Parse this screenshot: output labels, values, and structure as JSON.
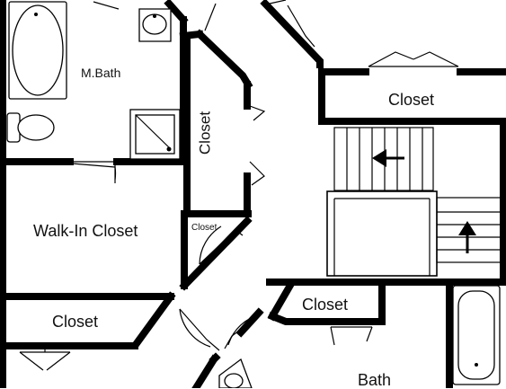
{
  "rooms": {
    "mbath": "M.Bath",
    "closet_vertical": "Closet",
    "closet_top_right": "Closet",
    "walk_in_closet": "Walk-In Closet",
    "closet_small": "Closet",
    "closet_left_bottom": "Closet",
    "closet_center_bottom": "Closet",
    "bath": "Bath"
  },
  "icons": [
    "bathtub-icon",
    "sink-icon",
    "toilet-icon",
    "shower-icon",
    "stair-arrow-left-icon",
    "stair-arrow-up-icon",
    "door-swing-icon"
  ],
  "colors": {
    "wall": "#000000",
    "background": "#ffffff"
  }
}
